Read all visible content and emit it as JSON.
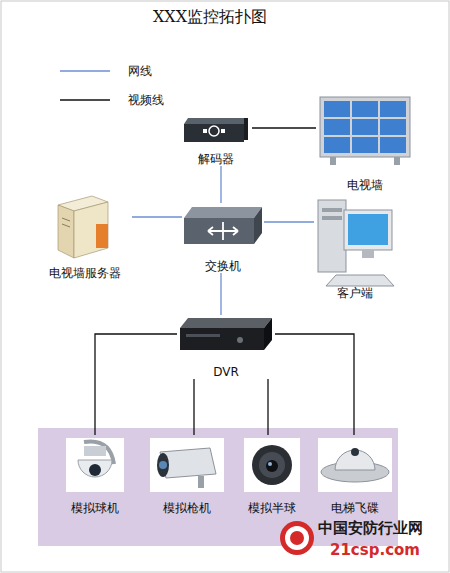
{
  "diagram": {
    "title": "XXX监控拓扑图",
    "nodes": [
      {
        "text": [
          "解码器"
        ]
      },
      {
        "text": [
          "电视墙"
        ]
      },
      {
        "text": [
          "电视墙服务器"
        ]
      },
      {
        "text": [
          "交换机"
        ]
      },
      {
        "text": [
          "客户端"
        ]
      },
      {
        "text": [
          "DVR"
        ]
      },
      {
        "text": [
          "模拟球机"
        ]
      },
      {
        "text": [
          "模拟枪机"
        ]
      },
      {
        "text": [
          "模拟半球"
        ]
      },
      {
        "text": [
          "电梯飞碟"
        ]
      }
    ],
    "edges": [
      {
        "from": 0,
        "to": 1,
        "arrow": "none"
      },
      {
        "from": 0,
        "to": 3,
        "arrow": "none"
      },
      {
        "from": 2,
        "to": 3,
        "arrow": "none"
      },
      {
        "from": 3,
        "to": 4,
        "arrow": "none"
      },
      {
        "from": 3,
        "to": 5,
        "arrow": "none"
      },
      {
        "from": 5,
        "to": 6,
        "arrow": "none"
      },
      {
        "from": 5,
        "to": 7,
        "arrow": "none"
      },
      {
        "from": 5,
        "to": 8,
        "arrow": "none"
      },
      {
        "from": 5,
        "to": 9,
        "arrow": "none"
      }
    ],
    "labels": [
      "中国安防行业网",
      "21csp.com"
    ],
    "legend": [
      {
        "text": "网线"
      },
      {
        "text": "视频线"
      }
    ]
  }
}
